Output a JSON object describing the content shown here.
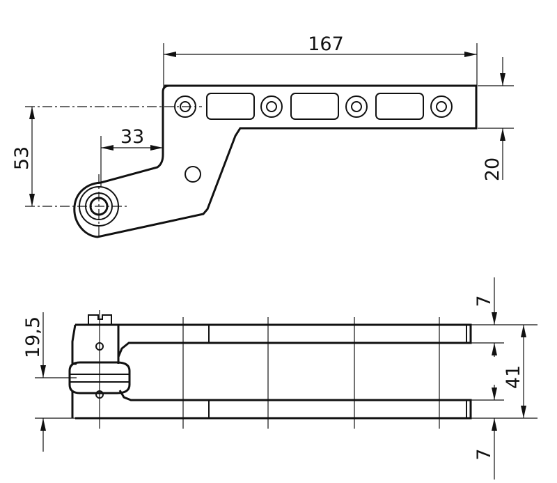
{
  "drawing": {
    "top_view": {
      "dimensions": {
        "length": "167",
        "height": "20",
        "offset_x": "33",
        "offset_y": "53"
      }
    },
    "side_view": {
      "dimensions": {
        "top_gap": "7",
        "center_offset": "19,5",
        "total_height": "41",
        "bottom_gap": "7"
      }
    }
  }
}
